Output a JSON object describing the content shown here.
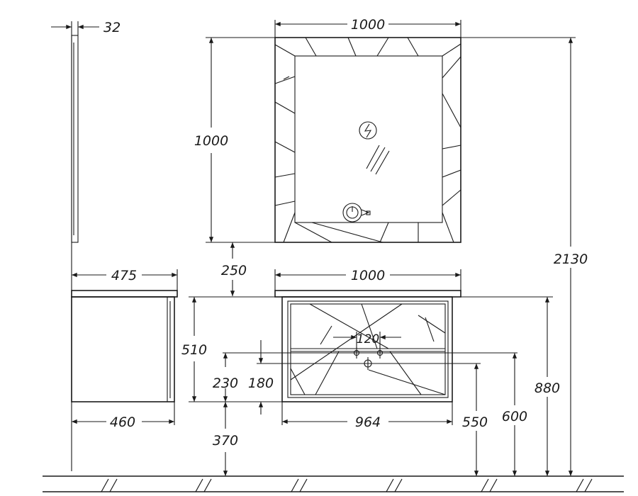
{
  "dimensions": {
    "mirror_depth": "32",
    "mirror_width": "1000",
    "mirror_height": "1000",
    "mirror_to_cabinet_gap": "250",
    "cabinet_top_width": "1000",
    "cabinet_top_depth": "475",
    "cabinet_height": "510",
    "cabinet_body_depth": "460",
    "tap_spacing": "120",
    "drain_offset_left": "230",
    "drain_offset_center": "180",
    "cabinet_body_width": "964",
    "floor_to_cabinet_bottom": "370",
    "floor_to_drain": "550",
    "floor_to_pipe": "600",
    "floor_to_top": "880",
    "total_height": "2130"
  },
  "icons": {
    "light_switch": "lightning-icon",
    "touch_switch": "power-icon"
  },
  "colors": {
    "line": "#1a1a1a",
    "background": "#ffffff"
  }
}
